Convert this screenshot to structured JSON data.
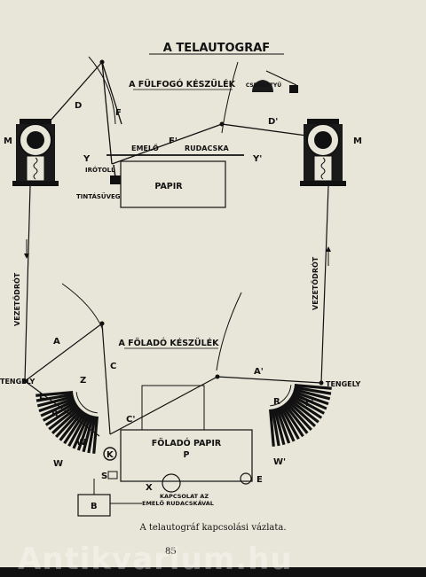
{
  "title": "A TELAUTOGRAF",
  "receiver_heading": "A FÜLFOGÓ KÉSZÜLÉK",
  "sender_heading": "A FÖLADÓ KÉSZÜLÉK",
  "bell_label": "CSENGETYŰ",
  "lift_label": "EMELŐ",
  "rod_label": "RUDACSKA",
  "pen_label": "IRÓTOLL",
  "inkwell_label": "TINTÁSÜVEG",
  "paper_label": "PAPIR",
  "sender_paper_label": "FÖLADÓ PAPIR",
  "sender_paper_letter": "P",
  "wire_label": "VEZETŐDRÓT",
  "axis_label": "TENGELY",
  "connection_note_line1": "KAPCSOLAT AZ",
  "connection_note_line2": "EMELŐ RUDACSKÁVAL",
  "letters": {
    "D": "D",
    "F": "F",
    "F_prime": "F'",
    "D_prime": "D'",
    "M": "M",
    "Y": "Y",
    "Y_prime": "Y'",
    "A": "A",
    "C": "C",
    "A_prime": "A'",
    "C_prime": "C'",
    "L": "L",
    "L_prime": "L'",
    "R": "R",
    "R_prime": "R'",
    "Z": "Z",
    "W": "W",
    "W_prime": "W'",
    "K": "K",
    "S": "S",
    "X": "X",
    "E": "E",
    "B": "B"
  },
  "caption": "A telautográf kapcsolási vázlata.",
  "page_number": "85",
  "watermark": "Antikvarium.hu",
  "colors": {
    "paper": "#e8e6d8",
    "ink": "#111111"
  }
}
